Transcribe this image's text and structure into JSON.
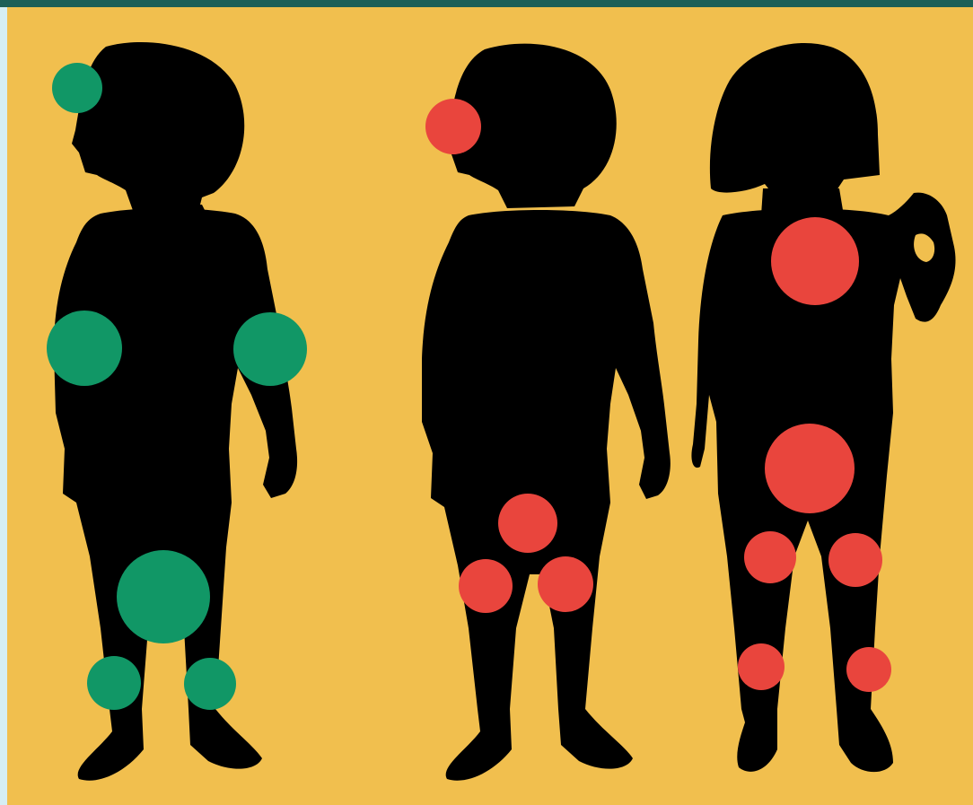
{
  "colors": {
    "background": "#f1bf4e",
    "frame": "#d6eef4",
    "top_bar": "#1d5f57",
    "silhouette": "#000000",
    "safe_marker": "#119766",
    "unsafe_marker": "#e9453d"
  },
  "figures": [
    {
      "name": "figure-left",
      "facing": "side",
      "marker_color": "safe_marker",
      "marked_areas": [
        "head",
        "arm-front",
        "arm-back",
        "thigh",
        "knee-front",
        "knee-back"
      ]
    },
    {
      "name": "figure-middle",
      "facing": "side",
      "marker_color": "unsafe_marker",
      "marked_areas": [
        "mouth",
        "groin",
        "thigh-front",
        "thigh-back"
      ]
    },
    {
      "name": "figure-right",
      "facing": "back",
      "marker_color": "unsafe_marker",
      "marked_areas": [
        "upper-back",
        "buttocks",
        "thigh-left",
        "thigh-right",
        "knee-left",
        "knee-right"
      ]
    }
  ]
}
